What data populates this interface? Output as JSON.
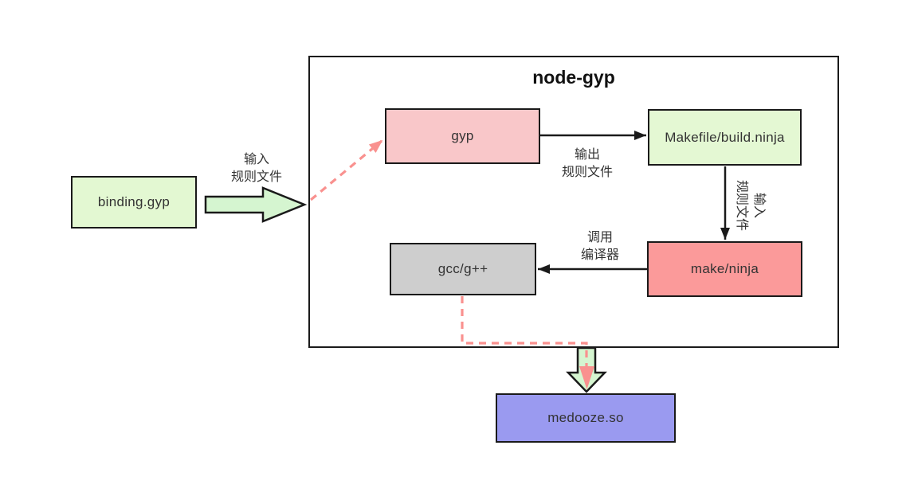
{
  "diagram": {
    "title": "node-gyp",
    "nodes": {
      "binding_gyp": {
        "label": "binding.gyp",
        "fill": "#e3f8d2"
      },
      "gyp": {
        "label": "gyp",
        "fill": "#f9c7c9"
      },
      "makefile": {
        "label": "Makefile/build.ninja",
        "fill": "#e4f8d3"
      },
      "make_ninja": {
        "label": "make/ninja",
        "fill": "#fb9a9a"
      },
      "gcc": {
        "label": "gcc/g++",
        "fill": "#cecece"
      },
      "medooze": {
        "label": "medooze.so",
        "fill": "#9a9af0"
      }
    },
    "edge_labels": {
      "input_rules_left": {
        "line1": "输入",
        "line2": "规则文件"
      },
      "output_rules": {
        "line1": "输出",
        "line2": "规则文件"
      },
      "input_rules_right": {
        "line1": "输入",
        "line2": "规则文件"
      },
      "invoke_compiler": {
        "line1": "调用",
        "line2": "编译器"
      }
    },
    "colors": {
      "block_arrow_fill": "#d5f5d0",
      "dashed_arrow": "#f9918f",
      "solid_arrow": "#1a1a1a",
      "box_border": "#1a1a1a",
      "text": "#333333",
      "background": "#ffffff"
    }
  }
}
